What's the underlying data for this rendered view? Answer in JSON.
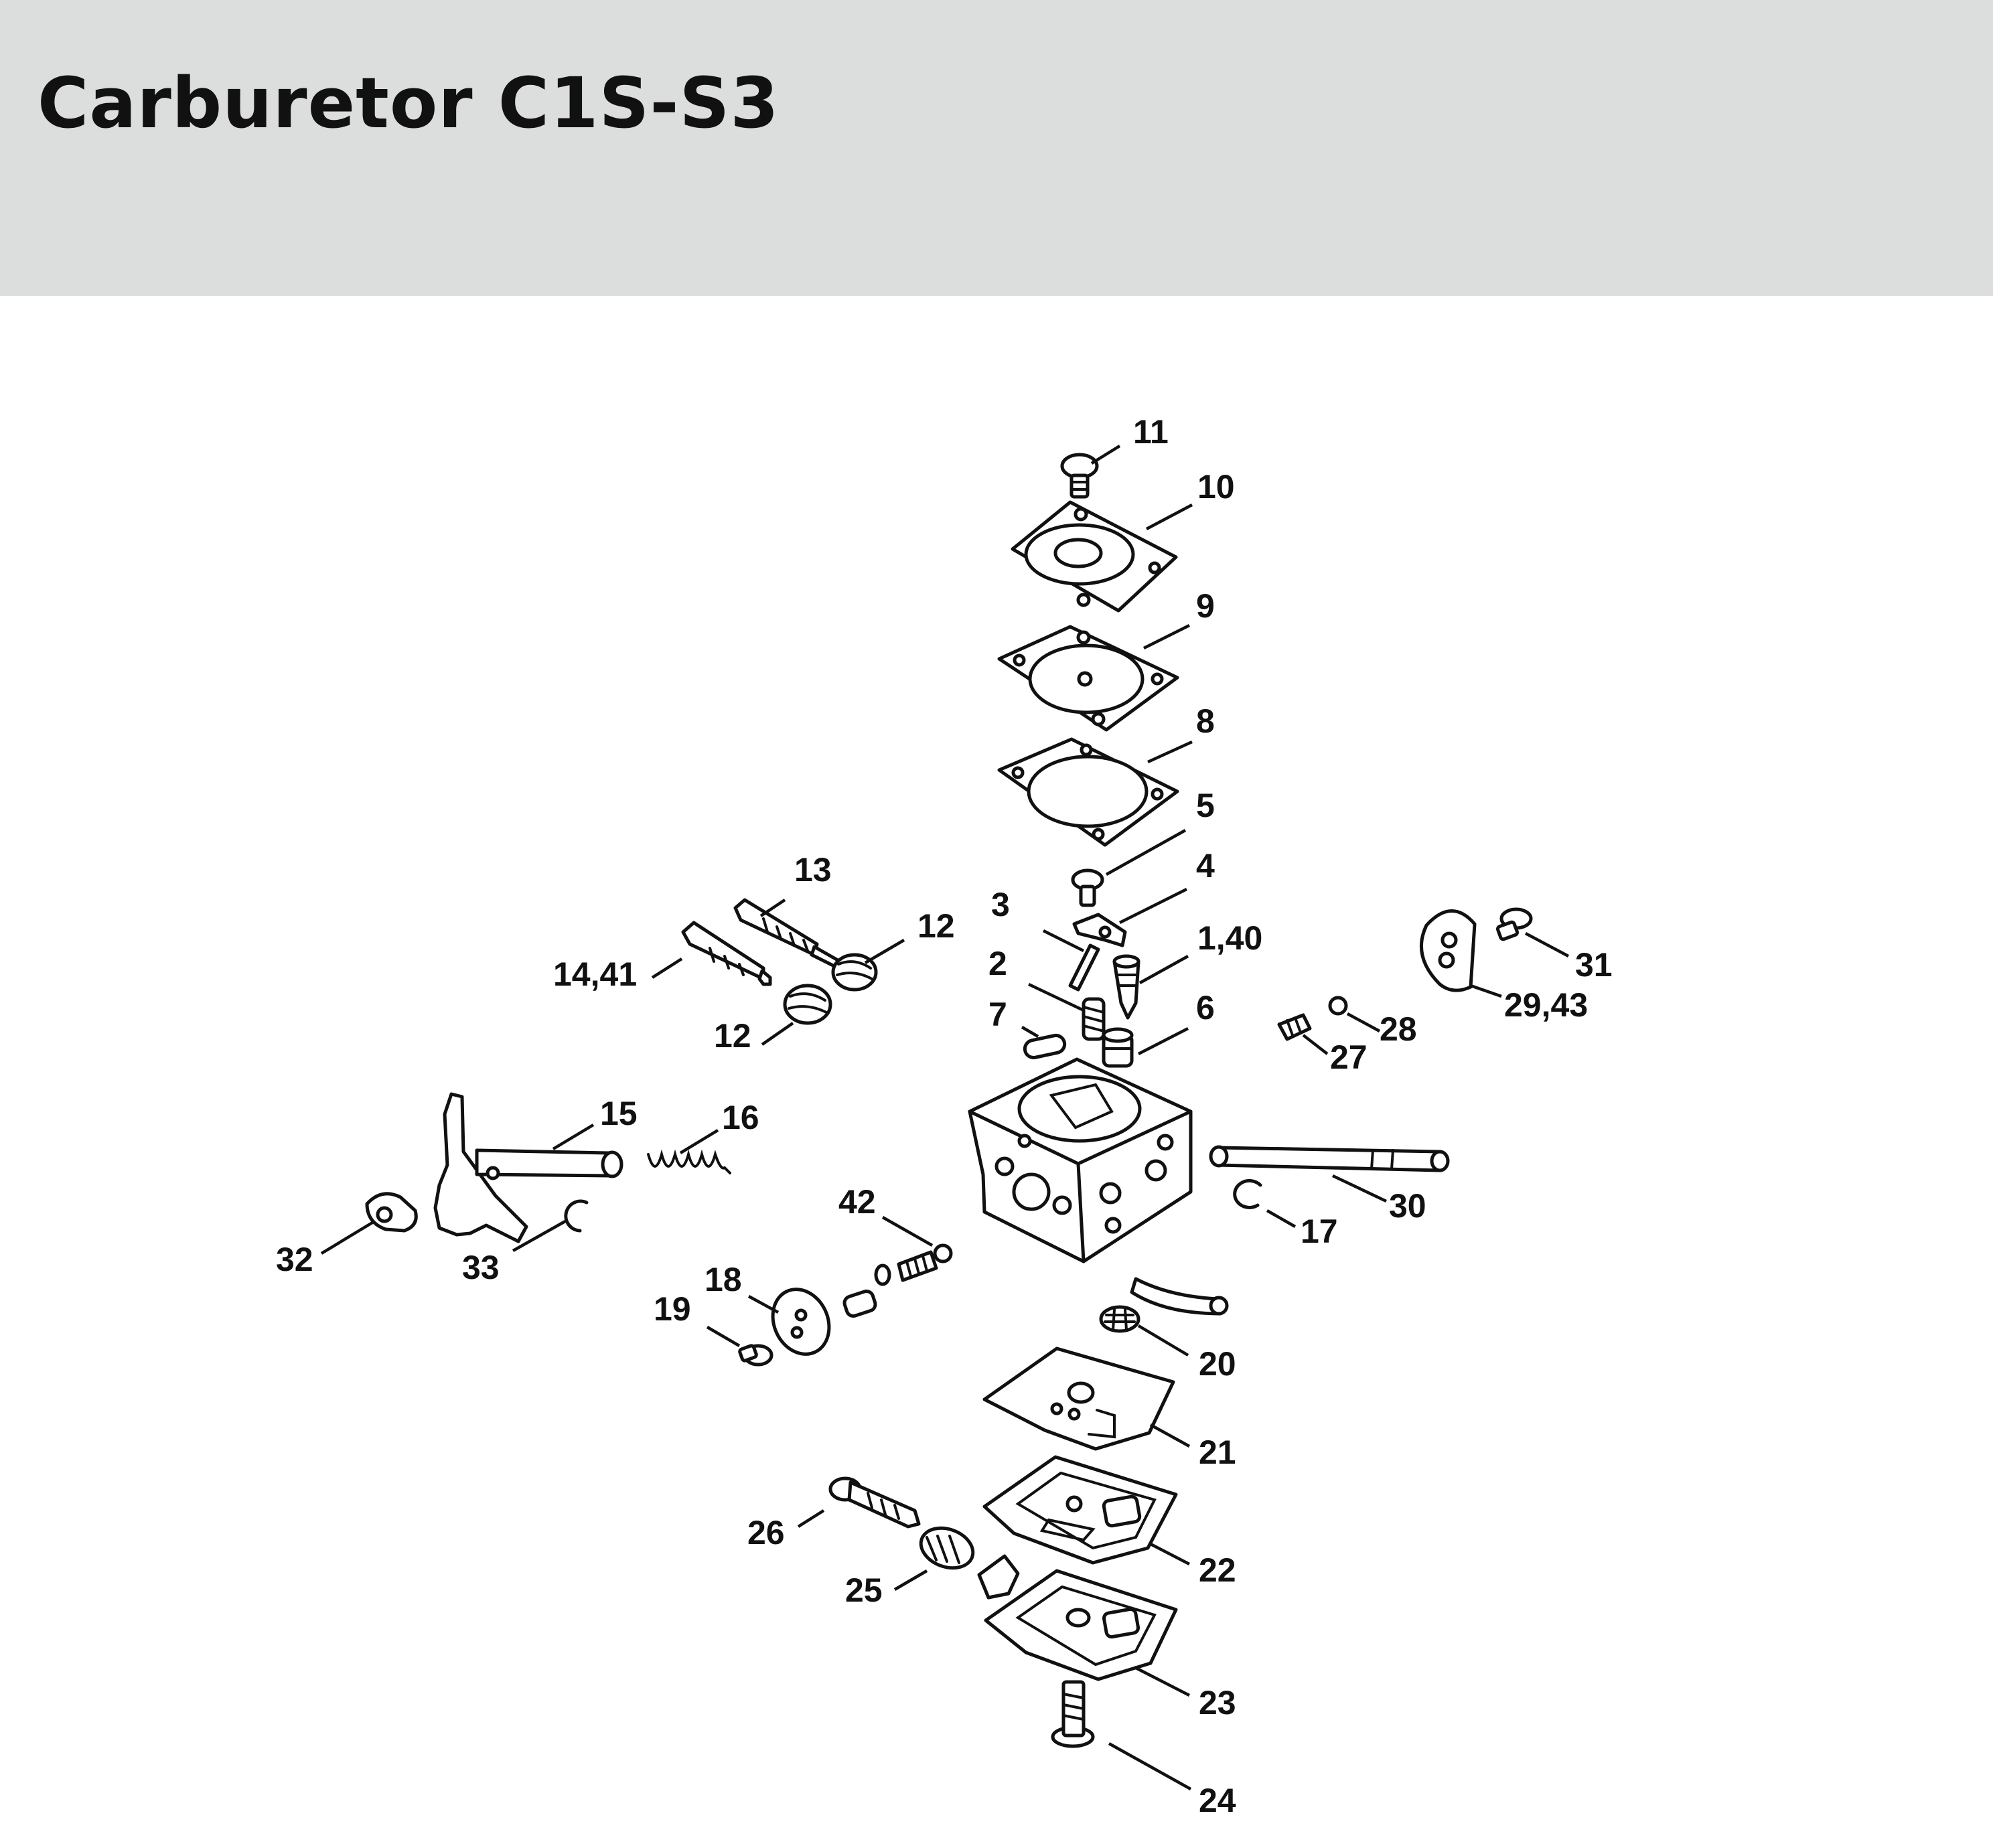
{
  "title": "Carburetor C1S-S3",
  "colors": {
    "header_band": "#dcdedd",
    "line_art": "#111111",
    "background": "#ffffff"
  },
  "callouts": [
    {
      "id": "c11",
      "label": "11"
    },
    {
      "id": "c10",
      "label": "10"
    },
    {
      "id": "c9",
      "label": "9"
    },
    {
      "id": "c8",
      "label": "8"
    },
    {
      "id": "c5",
      "label": "5"
    },
    {
      "id": "c4",
      "label": "4"
    },
    {
      "id": "c3",
      "label": "3"
    },
    {
      "id": "c1_40",
      "label": "1,40"
    },
    {
      "id": "c2",
      "label": "2"
    },
    {
      "id": "c7",
      "label": "7"
    },
    {
      "id": "c6",
      "label": "6"
    },
    {
      "id": "c13",
      "label": "13"
    },
    {
      "id": "c12a",
      "label": "12"
    },
    {
      "id": "c14_41",
      "label": "14,41"
    },
    {
      "id": "c12b",
      "label": "12"
    },
    {
      "id": "c31",
      "label": "31"
    },
    {
      "id": "c28",
      "label": "28"
    },
    {
      "id": "c29_43",
      "label": "29,43"
    },
    {
      "id": "c27",
      "label": "27"
    },
    {
      "id": "c15",
      "label": "15"
    },
    {
      "id": "c16",
      "label": "16"
    },
    {
      "id": "c30",
      "label": "30"
    },
    {
      "id": "c17",
      "label": "17"
    },
    {
      "id": "c32",
      "label": "32"
    },
    {
      "id": "c33",
      "label": "33"
    },
    {
      "id": "c42",
      "label": "42"
    },
    {
      "id": "c18",
      "label": "18"
    },
    {
      "id": "c19",
      "label": "19"
    },
    {
      "id": "c20",
      "label": "20"
    },
    {
      "id": "c21",
      "label": "21"
    },
    {
      "id": "c26",
      "label": "26"
    },
    {
      "id": "c22",
      "label": "22"
    },
    {
      "id": "c25",
      "label": "25"
    },
    {
      "id": "c23",
      "label": "23"
    },
    {
      "id": "c24",
      "label": "24"
    }
  ]
}
